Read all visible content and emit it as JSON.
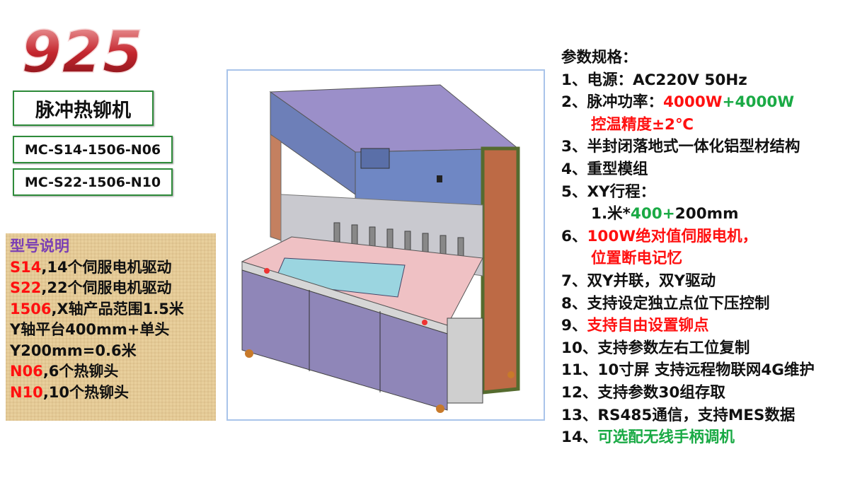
{
  "logo": {
    "text": "925"
  },
  "product": {
    "title": "脉冲热铆机",
    "models": [
      "MC-S14-1506-N06",
      "MC-S22-1506-N10"
    ]
  },
  "legend": {
    "heading": "型号说明",
    "lines": [
      [
        {
          "t": "S14",
          "c": "red"
        },
        {
          "t": ",14个伺服电机驱动",
          "c": "black"
        }
      ],
      [
        {
          "t": "S22",
          "c": "red"
        },
        {
          "t": ",22个伺服电机驱动",
          "c": "black"
        }
      ],
      [
        {
          "t": "1506",
          "c": "red"
        },
        {
          "t": ",X轴产品范围1.5米",
          "c": "black"
        }
      ],
      [
        {
          "t": " Y轴平台400mm+单头",
          "c": "black"
        }
      ],
      [
        {
          "t": "Y200mm=0.6米",
          "c": "black"
        }
      ],
      [
        {
          "t": "N06",
          "c": "red"
        },
        {
          "t": ",6个热铆头",
          "c": "black"
        }
      ],
      [
        {
          "t": "N10",
          "c": "red"
        },
        {
          "t": ",10个热铆头",
          "c": "black"
        }
      ]
    ]
  },
  "specs": {
    "heading": "参数规格：",
    "lines": [
      {
        "segs": [
          {
            "t": "1、电源：AC220V 50Hz",
            "c": "black"
          }
        ]
      },
      {
        "segs": [
          {
            "t": "2、脉冲功率：",
            "c": "black"
          },
          {
            "t": "4000W",
            "c": "red"
          },
          {
            "t": "+4000W",
            "c": "green"
          }
        ]
      },
      {
        "indent": true,
        "segs": [
          {
            "t": "控温精度±2℃",
            "c": "red"
          }
        ]
      },
      {
        "segs": [
          {
            "t": "3、半封闭落地式一体化铝型材结构",
            "c": "black"
          }
        ]
      },
      {
        "segs": [
          {
            "t": "4、重型模组",
            "c": "black"
          }
        ]
      },
      {
        "segs": [
          {
            "t": "5、XY行程：",
            "c": "black"
          }
        ]
      },
      {
        "indent": true,
        "segs": [
          {
            "t": "1.米*",
            "c": "black"
          },
          {
            "t": "400+",
            "c": "green"
          },
          {
            "t": "200mm",
            "c": "black"
          }
        ]
      },
      {
        "segs": [
          {
            "t": "6、",
            "c": "black"
          },
          {
            "t": "100W绝对值伺服电机，",
            "c": "red"
          }
        ]
      },
      {
        "indent": true,
        "segs": [
          {
            "t": "位置断电记忆",
            "c": "red"
          }
        ]
      },
      {
        "segs": [
          {
            "t": "7、双Y并联，双Y驱动",
            "c": "black"
          }
        ]
      },
      {
        "segs": [
          {
            "t": "8、支持设定独立点位下压控制",
            "c": "black"
          }
        ]
      },
      {
        "segs": [
          {
            "t": "9、",
            "c": "black"
          },
          {
            "t": "支持自由设置铆点",
            "c": "red"
          }
        ]
      },
      {
        "segs": [
          {
            "t": "10、支持参数左右工位复制",
            "c": "black"
          }
        ]
      },
      {
        "segs": [
          {
            "t": "11、10寸屏 支持远程物联网4G维护",
            "c": "black"
          }
        ]
      },
      {
        "segs": [
          {
            "t": "12、支持参数30组存取",
            "c": "black"
          }
        ]
      },
      {
        "segs": [
          {
            "t": "13、RS485通信，支持MES数据",
            "c": "black"
          }
        ]
      },
      {
        "segs": [
          {
            "t": "14、",
            "c": "black"
          },
          {
            "t": "可选配无线手柄调机",
            "c": "green"
          }
        ]
      }
    ]
  }
}
